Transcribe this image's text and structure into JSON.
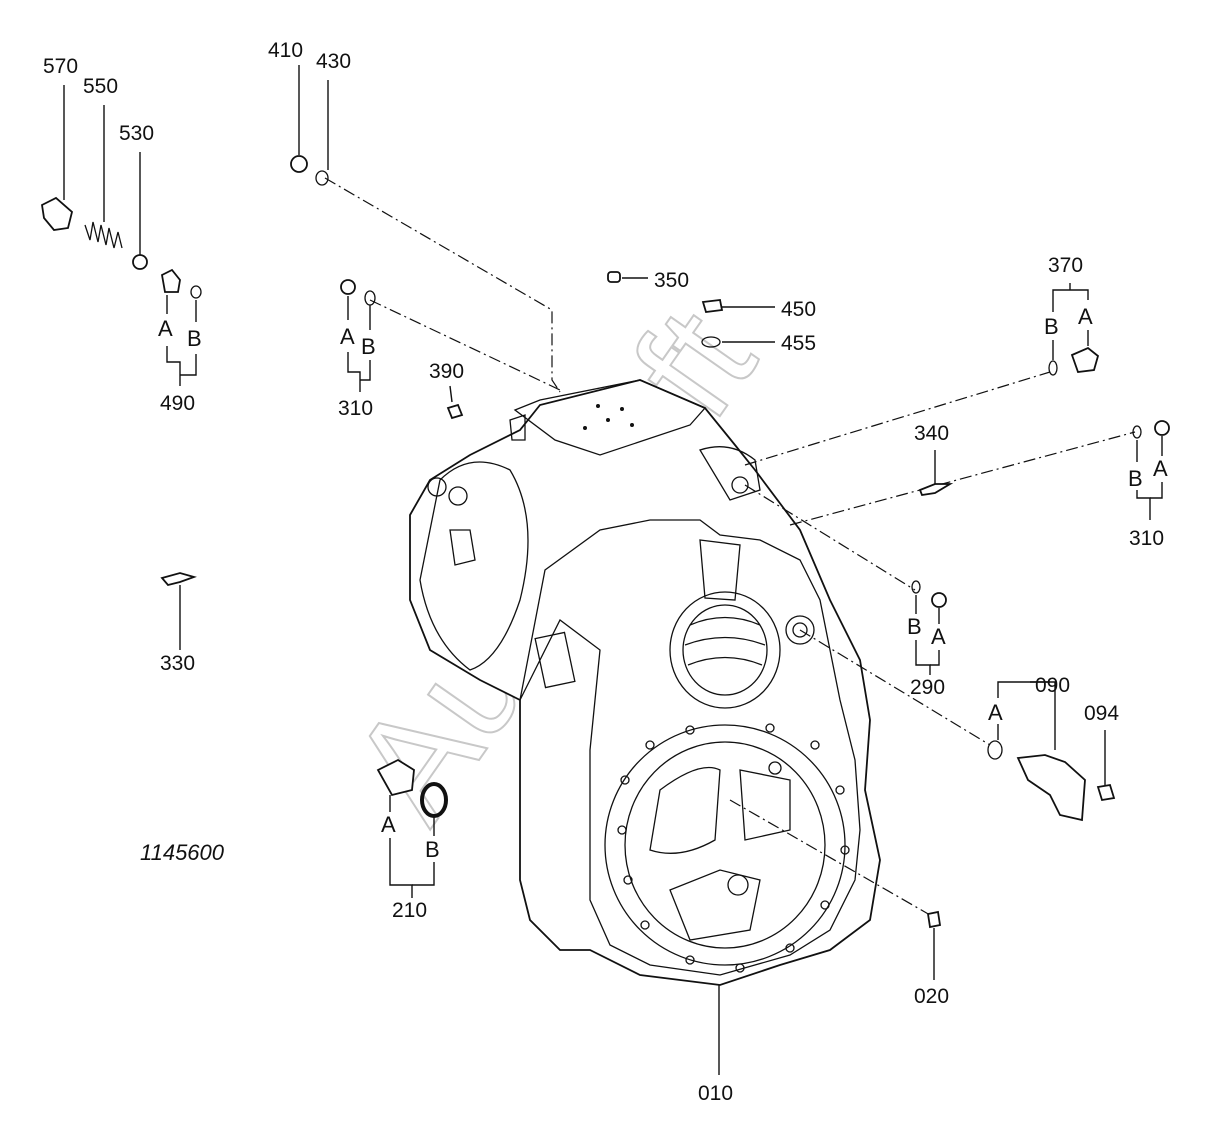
{
  "figure_id": "1145600",
  "watermark": "AutoSoft",
  "labels": {
    "p010": "010",
    "p020": "020",
    "p090": "090",
    "p094": "094",
    "p210": "210",
    "p290": "290",
    "p310a": "310",
    "p310b": "310",
    "p330": "330",
    "p340": "340",
    "p350": "350",
    "p370": "370",
    "p390": "390",
    "p410": "410",
    "p430": "430",
    "p450": "450",
    "p455": "455",
    "p490": "490",
    "p530": "530",
    "p550": "550",
    "p570": "570"
  },
  "subparts": {
    "a": "A",
    "b": "B"
  }
}
